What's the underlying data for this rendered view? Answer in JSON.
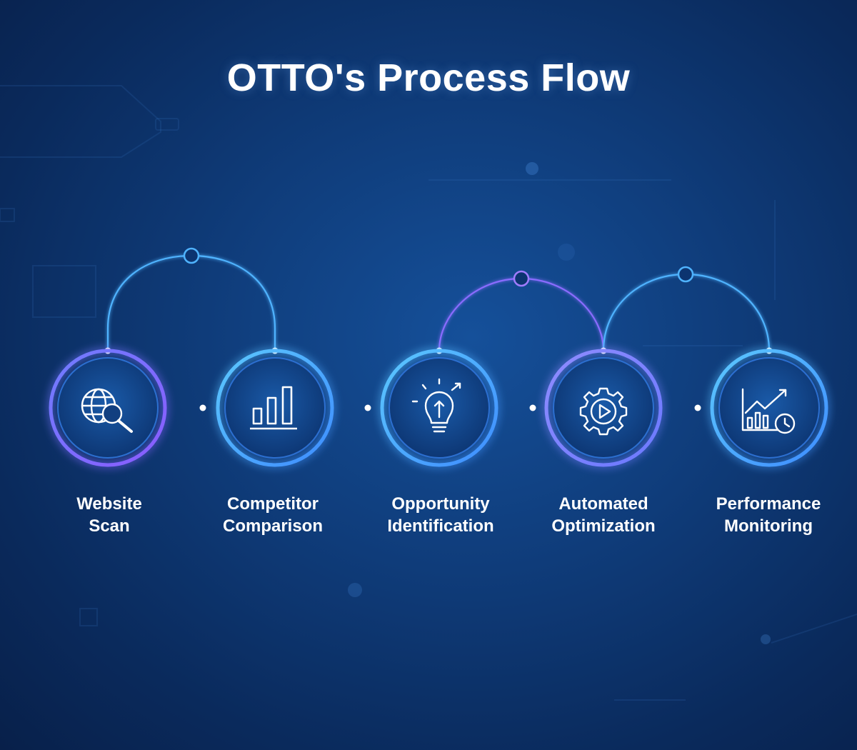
{
  "title": "OTTO's Process Flow",
  "colors": {
    "background_center": "#15509a",
    "background_edge": "#08204a",
    "blue_accent": "#4fb3ff",
    "purple_accent": "#8a6cff",
    "text": "#ffffff"
  },
  "steps": [
    {
      "label_line1": "Website",
      "label_line2": "Scan",
      "icon": "globe-search-icon"
    },
    {
      "label_line1": "Competitor",
      "label_line2": "Comparison",
      "icon": "bar-chart-icon"
    },
    {
      "label_line1": "Opportunity",
      "label_line2": "Identification",
      "icon": "lightbulb-icon"
    },
    {
      "label_line1": "Automated",
      "label_line2": "Optimization",
      "icon": "gear-play-icon"
    },
    {
      "label_line1": "Performance",
      "label_line2": "Monitoring",
      "icon": "growth-chart-clock-icon"
    }
  ],
  "arcs": [
    {
      "from_step": 1,
      "to_step": 2
    },
    {
      "from_step": 3,
      "to_step": 4
    },
    {
      "from_step": 4,
      "to_step": 5
    }
  ]
}
